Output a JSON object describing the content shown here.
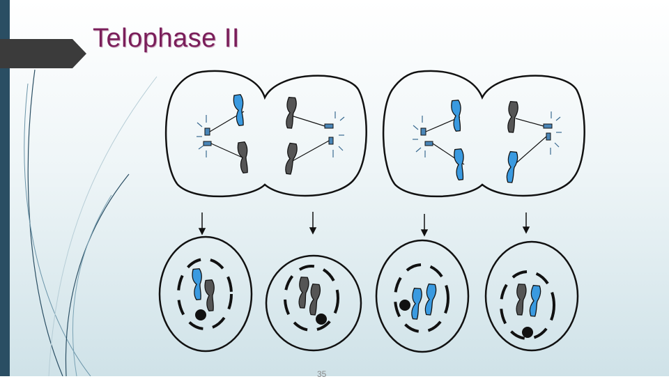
{
  "slide": {
    "title": "Telophase II",
    "page_number": "35"
  },
  "diagram": {
    "stages": [
      {
        "name": "telophase-ii-cell-pair"
      },
      {
        "name": "resulting-daughter-cells"
      }
    ],
    "colors": {
      "chromosome_blue": "#3a9ae0",
      "chromosome_gray": "#555555",
      "outline": "#111111",
      "centrosome": "#4a86b8",
      "accent_bar": "#2a4e63",
      "title": "#7a1e5a"
    }
  }
}
